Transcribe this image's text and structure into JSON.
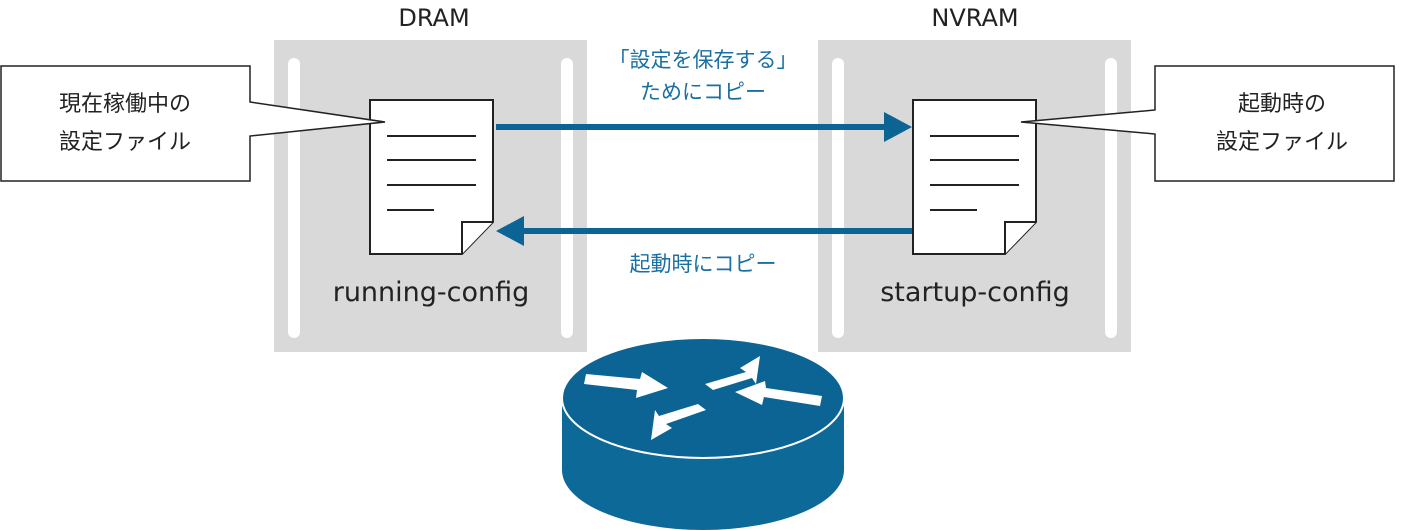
{
  "memory": {
    "dram": {
      "title": "DRAM",
      "file": "running-config"
    },
    "nvram": {
      "title": "NVRAM",
      "file": "startup-config"
    }
  },
  "callouts": {
    "current": {
      "line1": "現在稼働中の",
      "line2": "設定ファイル"
    },
    "startup": {
      "line1": "起動時の",
      "line2": "設定ファイル"
    }
  },
  "arrows": {
    "save": {
      "line1": "「設定を保存する」",
      "line2": "ためにコピー"
    },
    "boot": {
      "label": "起動時にコピー"
    }
  },
  "router": {
    "icon": "router-icon"
  },
  "colors": {
    "memory_panel": "#d9d9d9",
    "memory_slot": "#ffffff",
    "arrow": "#0b6494",
    "arrow_text": "#1a6fa3",
    "router_body": "#0d6997",
    "router_top": "#0b6494",
    "text": "#222222"
  }
}
